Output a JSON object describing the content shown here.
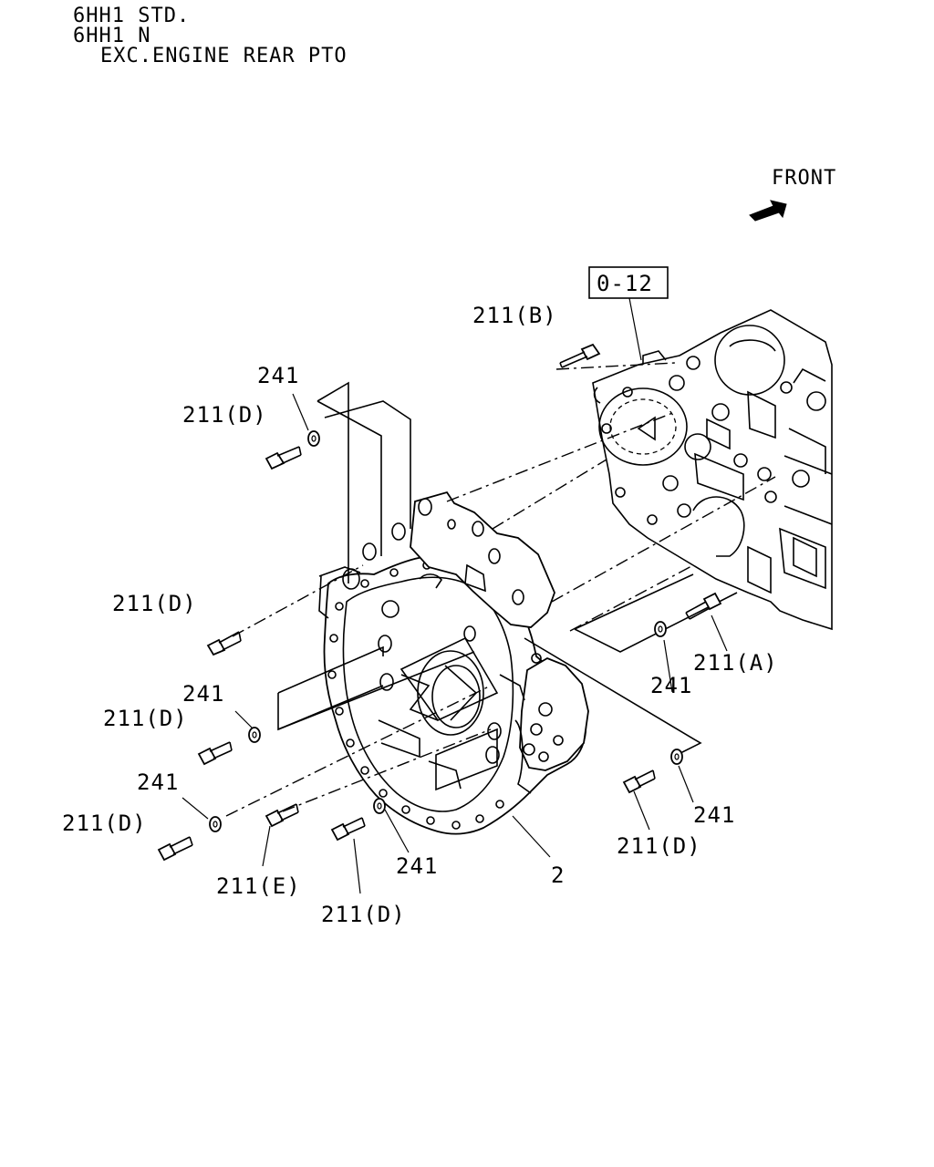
{
  "header": {
    "line1": "6HH1 STD.",
    "line2": "6HH1 N",
    "line3": "EXC.ENGINE REAR PTO"
  },
  "orientation": {
    "label": "FRONT",
    "icon": "front-direction-arrow-icon"
  },
  "reference_box": "0-12",
  "callouts": {
    "b211_B": "211(B)",
    "w241_top": "241",
    "b211_D_top": "211(D)",
    "b211_D_midleft": "211(D)",
    "w241_midright": "241",
    "b211_A": "211(A)",
    "w241_left": "241",
    "b211_D_left": "211(D)",
    "w241_lowleft": "241",
    "b211_D_lowleft": "211(D)",
    "w241_lowright": "241",
    "b211_D_lowright": "211(D)",
    "w241_bottom": "241",
    "part_2": "2",
    "b211_E": "211(E)",
    "b211_D_bottom": "211(D)"
  }
}
